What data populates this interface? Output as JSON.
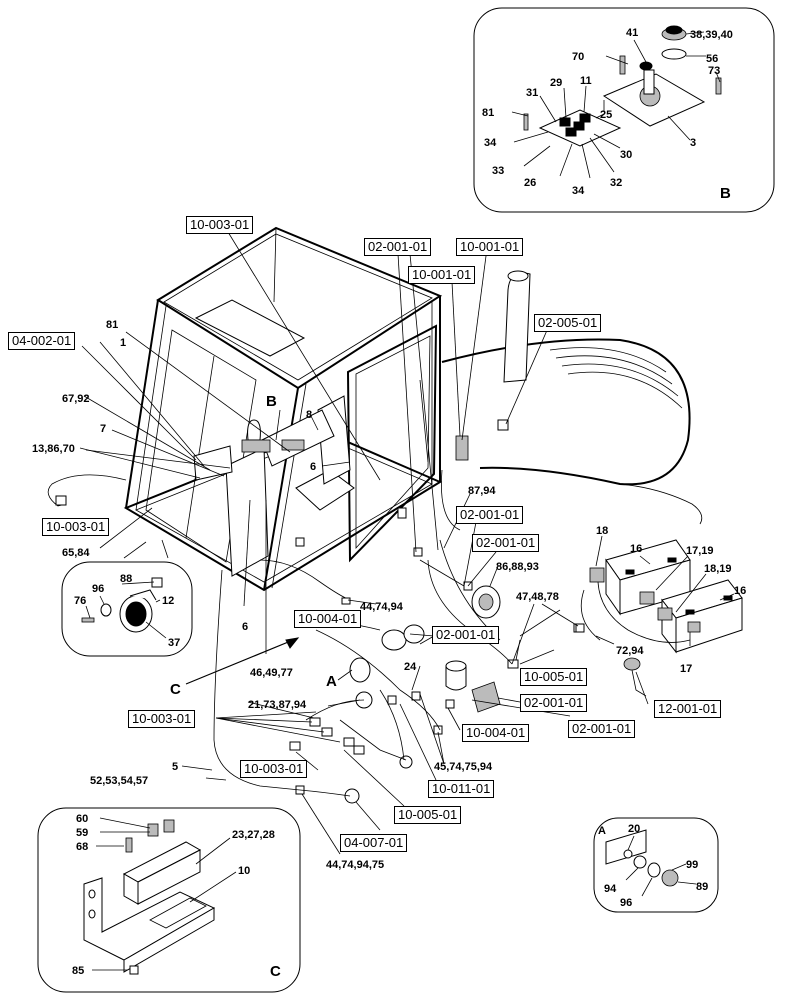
{
  "refs": [
    {
      "id": "r1",
      "text": "10-003-01"
    },
    {
      "id": "r2",
      "text": "02-001-01"
    },
    {
      "id": "r3",
      "text": "10-001-01"
    },
    {
      "id": "r4",
      "text": "10-001-01"
    },
    {
      "id": "r5",
      "text": "02-005-01"
    },
    {
      "id": "r6",
      "text": "04-002-01"
    },
    {
      "id": "r7",
      "text": "10-003-01"
    },
    {
      "id": "r8",
      "text": "02-001-01"
    },
    {
      "id": "r9",
      "text": "02-001-01"
    },
    {
      "id": "r10",
      "text": "10-004-01"
    },
    {
      "id": "r11",
      "text": "02-001-01"
    },
    {
      "id": "r12",
      "text": "10-005-01"
    },
    {
      "id": "r13",
      "text": "02-001-01"
    },
    {
      "id": "r14",
      "text": "12-001-01"
    },
    {
      "id": "r15",
      "text": "10-003-01"
    },
    {
      "id": "r16",
      "text": "10-004-01"
    },
    {
      "id": "r17",
      "text": "02-001-01"
    },
    {
      "id": "r18",
      "text": "10-003-01"
    },
    {
      "id": "r19",
      "text": "10-011-01"
    },
    {
      "id": "r20",
      "text": "10-005-01"
    },
    {
      "id": "r21",
      "text": "04-007-01"
    }
  ],
  "labels": {
    "b_38": "38,39,40",
    "b_41": "41",
    "b_70": "70",
    "b_56": "56",
    "b_73": "73",
    "b_29": "29",
    "b_11": "11",
    "b_31": "31",
    "b_25": "25",
    "b_81": "81",
    "b_34a": "34",
    "b_30": "30",
    "b_3": "3",
    "b_33": "33",
    "b_26": "26",
    "b_34b": "34",
    "b_32": "32",
    "b_B": "B",
    "m_81": "81",
    "m_1": "1",
    "m_67": "67,92",
    "m_B": "B",
    "m_8": "8",
    "m_7": "7",
    "m_13": "13,86,70",
    "m_6a": "6",
    "m_87": "87,94",
    "m_65": "65,84",
    "m_18": "18",
    "m_16a": "16",
    "m_17_19": "17,19",
    "m_86": "86,88,93",
    "m_18_19": "18,19",
    "m_16b": "16",
    "m_47": "47,48,78",
    "m_44a": "44,74,94",
    "m_6b": "6",
    "m_72": "72,94",
    "m_17": "17",
    "m_46": "46,49,77",
    "m_C": "C",
    "m_24": "24",
    "m_A": "A",
    "m_21": "21,73,87,94",
    "m_45": "45,74,75,94",
    "m_5": "5",
    "m_52": "52,53,54,57",
    "m_44b": "44,74,94,75",
    "i_88": "88",
    "i_96": "96",
    "i_76": "76",
    "i_12": "12",
    "i_37": "37",
    "c_60": "60",
    "c_59": "59",
    "c_68": "68",
    "c_23": "23,27,28",
    "c_10": "10",
    "c_85": "85",
    "c_C": "C",
    "a_A": "A",
    "a_20": "20",
    "a_99": "99",
    "a_94": "94",
    "a_89": "89",
    "a_96": "96"
  }
}
